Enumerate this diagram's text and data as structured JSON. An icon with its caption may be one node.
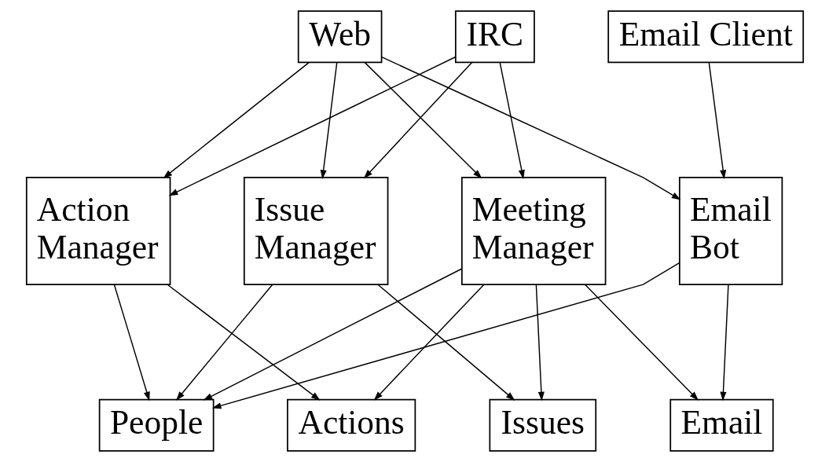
{
  "diagram": {
    "nodes": [
      {
        "text": [
          "Web"
        ]
      },
      {
        "text": [
          "IRC"
        ]
      },
      {
        "text": [
          "Email Client"
        ]
      },
      {
        "text": [
          "Action Manager"
        ]
      },
      {
        "text": [
          "Issue Manager"
        ]
      },
      {
        "text": [
          "Meeting Manager"
        ]
      },
      {
        "text": [
          "Email Bot"
        ]
      },
      {
        "text": [
          "People"
        ]
      },
      {
        "text": [
          "Actions"
        ]
      },
      {
        "text": [
          "Issues"
        ]
      },
      {
        "text": [
          "Email"
        ]
      }
    ],
    "edges": [
      {
        "from": 0,
        "to": 3,
        "arrow": "to"
      },
      {
        "from": 0,
        "to": 4,
        "arrow": "to"
      },
      {
        "from": 0,
        "to": 5,
        "arrow": "to"
      },
      {
        "from": 0,
        "to": 6,
        "arrow": "to"
      },
      {
        "from": 1,
        "to": 3,
        "arrow": "to"
      },
      {
        "from": 1,
        "to": 4,
        "arrow": "to"
      },
      {
        "from": 1,
        "to": 5,
        "arrow": "to"
      },
      {
        "from": 2,
        "to": 6,
        "arrow": "to"
      },
      {
        "from": 3,
        "to": 7,
        "arrow": "to"
      },
      {
        "from": 3,
        "to": 8,
        "arrow": "to"
      },
      {
        "from": 4,
        "to": 7,
        "arrow": "to"
      },
      {
        "from": 4,
        "to": 9,
        "arrow": "to"
      },
      {
        "from": 5,
        "to": 7,
        "arrow": "to"
      },
      {
        "from": 5,
        "to": 8,
        "arrow": "to"
      },
      {
        "from": 5,
        "to": 9,
        "arrow": "to"
      },
      {
        "from": 5,
        "to": 10,
        "arrow": "to"
      },
      {
        "from": 6,
        "to": 7,
        "arrow": "to"
      },
      {
        "from": 6,
        "to": 10,
        "arrow": "to"
      }
    ]
  }
}
